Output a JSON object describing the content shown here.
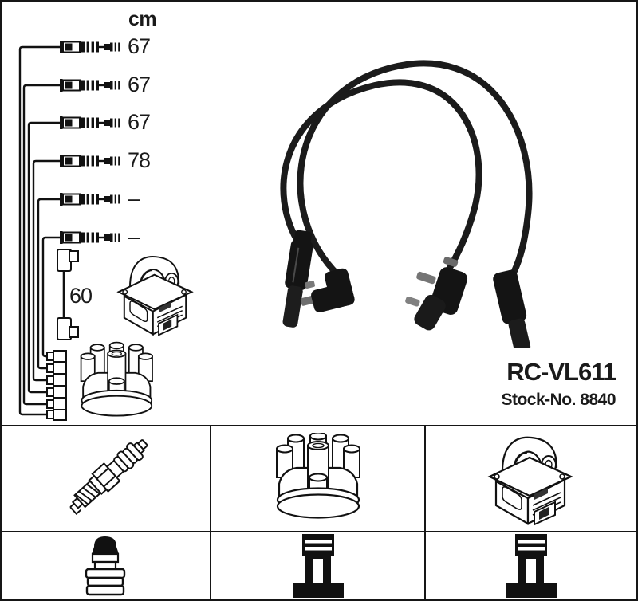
{
  "product": {
    "code": "RC-VL611",
    "stock_no": "Stock-No. 8840"
  },
  "diagram": {
    "unit": "cm",
    "lengths": [
      "67",
      "67",
      "67",
      "78",
      "–",
      "–"
    ],
    "coil_wire_length": "60",
    "icons": [
      "ignition-coil",
      "distributor-cap",
      "cable-end-connectors"
    ]
  },
  "photo": {
    "subject": "two-black-ignition-cables-looped"
  },
  "parts_table": {
    "row1_icons": [
      "spark-plug",
      "distributor-cap",
      "ignition-coil"
    ],
    "row2_icons": [
      "plug-boot-connector",
      "distributor-terminal-connector",
      "coil-terminal-connector"
    ]
  },
  "colors": {
    "ink": "#111111",
    "cable_black": "#161616",
    "metal_gray": "#707070"
  }
}
